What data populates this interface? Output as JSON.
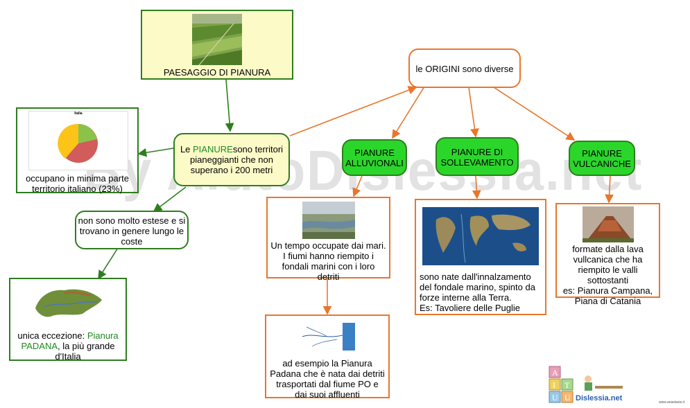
{
  "watermark": "By AiutoDislessia.net",
  "nodes": {
    "paesaggio": {
      "label": "PAESAGGIO DI PIANURA"
    },
    "origini": {
      "label": "le ORIGINI sono diverse"
    },
    "pianure": {
      "prefix": "Le ",
      "highlight": "PIANURE",
      "rest": "sono territori pianeggianti che non superano i 200 metri"
    },
    "italia": {
      "chart_title": "Italia",
      "label": "occupano in minima parte territorio italiano (23%)"
    },
    "coste": {
      "label": "non sono molto estese e si trovano in genere lungo le coste"
    },
    "padana": {
      "prefix": "unica eccezione: ",
      "highlight": "Pianura PADANA",
      "rest": ", la più grande d'Italia"
    },
    "alluvionali": {
      "label": "PIANURE ALLUVIONALI"
    },
    "sollevamento": {
      "label": "PIANURE DI SOLLEVAMENTO"
    },
    "vulcaniche": {
      "label": "PIANURE VULCANICHE"
    },
    "alluv_desc": {
      "label": "Un tempo occupate dai mari. I fiumi hanno riempito i fondali marini con i loro detriti"
    },
    "alluv_example": {
      "label": "ad esempio la Pianura Padana che è nata dai detriti trasportati dal fiume PO e dai suoi affluenti"
    },
    "soll_desc": {
      "label": "sono nate dall'innalzamento del fondale marino, spinto da forze interne alla Terra.",
      "example": "Es: Tavoliere delle Puglie"
    },
    "vulc_desc": {
      "label": "formate dalla lava vullcanica che ha riempito le valli sottostanti",
      "example": "es: Pianura Campana, Piana di Catania"
    }
  },
  "logo": {
    "text": "Dislessia.net",
    "letters": [
      "A",
      "I",
      "U",
      "T",
      "U"
    ]
  },
  "copyright": "www.anastasis.it",
  "colors": {
    "green_border": "#2e7d1e",
    "orange_border": "#e8762b",
    "green_fill": "#2bd62b",
    "yellow_fill": "#fcfbc8"
  }
}
